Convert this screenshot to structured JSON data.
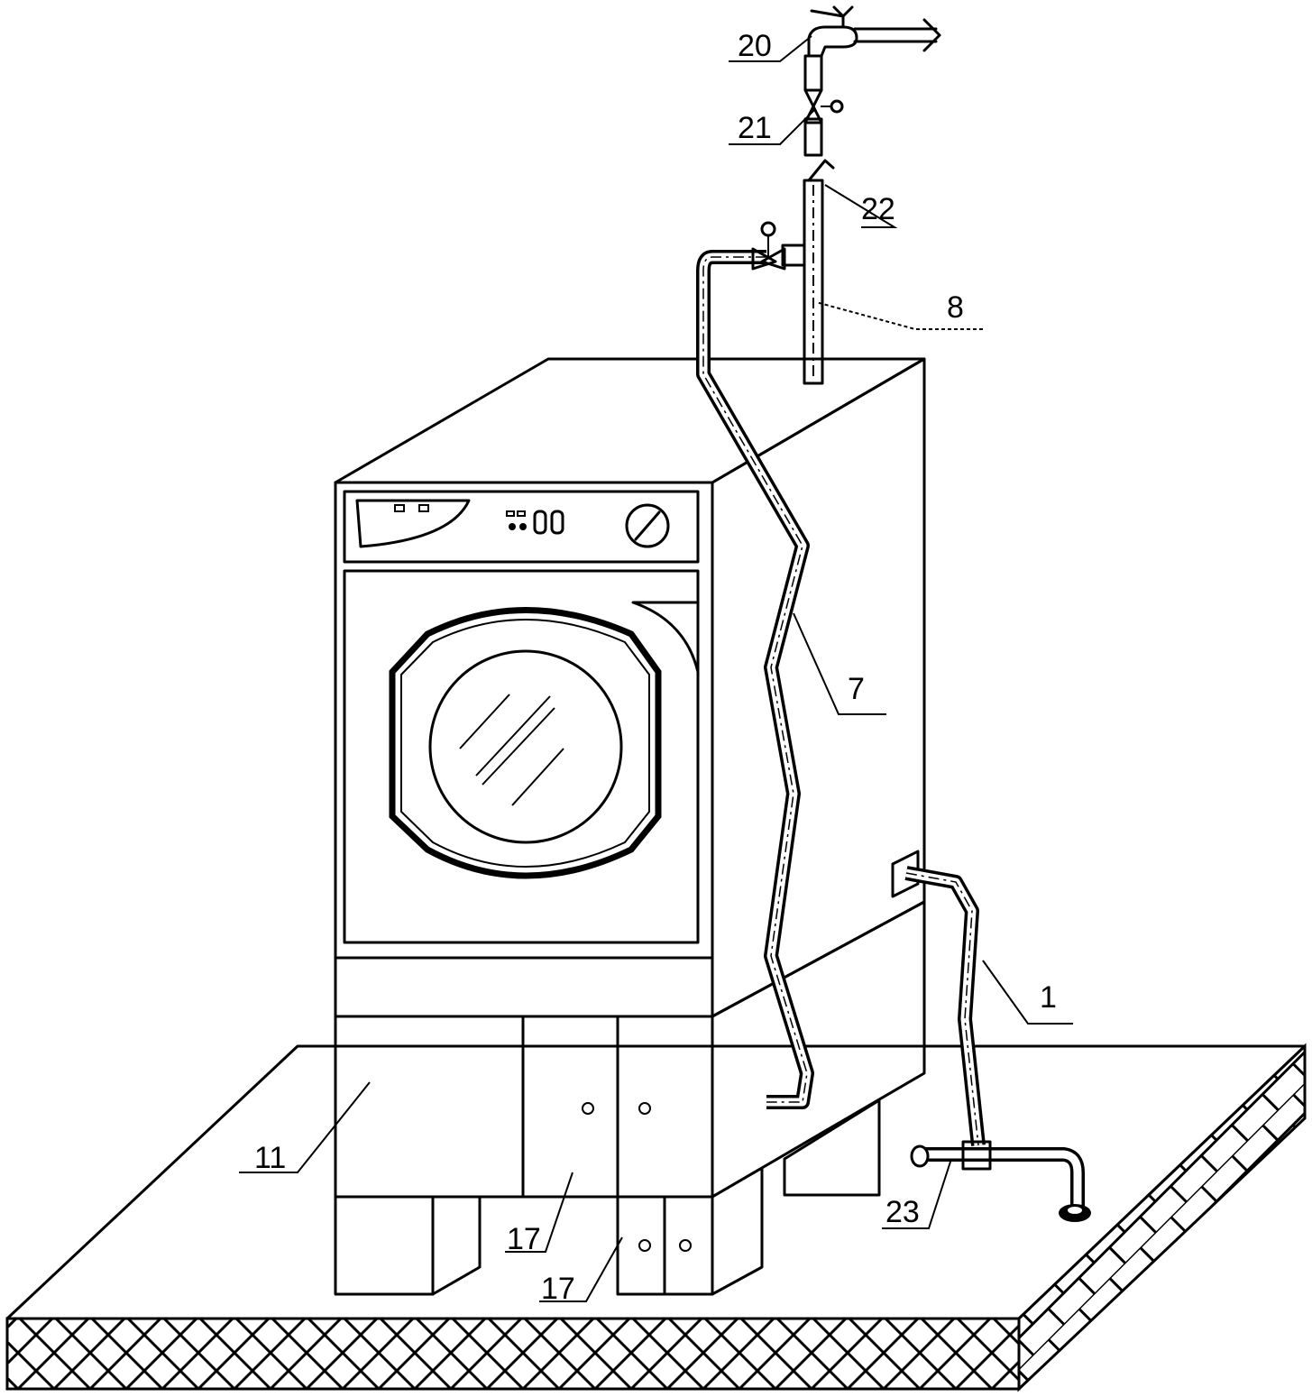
{
  "labels": {
    "l20": "20",
    "l21": "21",
    "l22": "22",
    "l8": "8",
    "l7": "7",
    "l1": "1",
    "l11": "11",
    "l17a": "17",
    "l17b": "17",
    "l23": "23"
  },
  "colors": {
    "line": "#000000",
    "background": "#ffffff"
  }
}
